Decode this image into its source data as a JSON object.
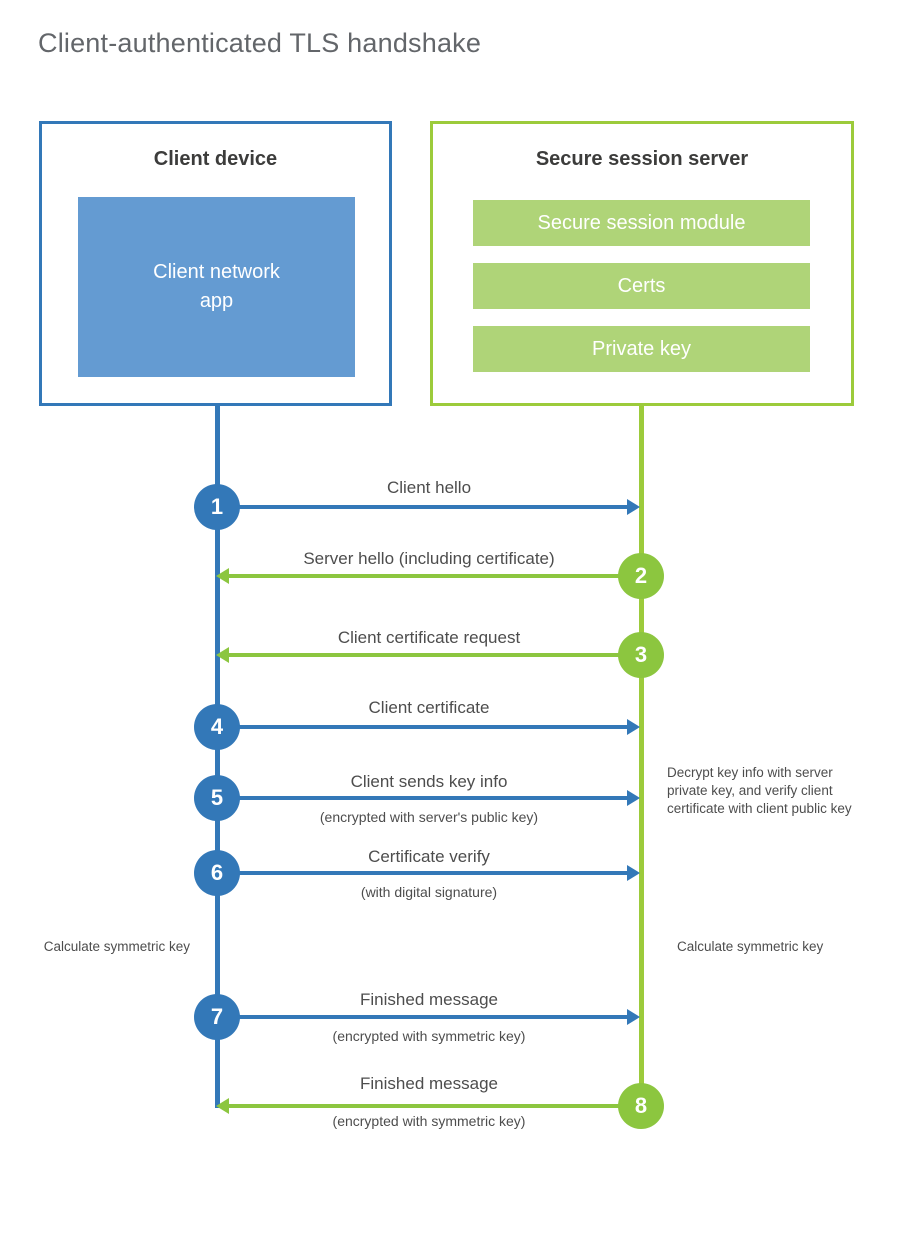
{
  "title": "Client-authenticated TLS handshake",
  "colors": {
    "client_border": "#3378b8",
    "client_fill": "#649bd2",
    "server_border": "#9ccb3b",
    "server_fill": "#afd478",
    "client_accent": "#3378b8",
    "server_accent": "#8cc63f",
    "title_text": "#63666a",
    "body_text": "#4d4d4d",
    "heading_text": "#3c3c3b",
    "background": "#ffffff"
  },
  "client": {
    "title": "Client device",
    "app_label": "Client network\napp"
  },
  "server": {
    "title": "Secure session server",
    "components": [
      {
        "label": "Secure session module"
      },
      {
        "label": "Certs"
      },
      {
        "label": "Private key"
      }
    ]
  },
  "steps": [
    {
      "number": "1",
      "label": "Client hello",
      "sub": "",
      "direction": "client-to-server",
      "side": "client"
    },
    {
      "number": "2",
      "label": "Server hello (including certificate)",
      "sub": "",
      "direction": "server-to-client",
      "side": "server"
    },
    {
      "number": "3",
      "label": "Client certificate request",
      "sub": "",
      "direction": "server-to-client",
      "side": "server"
    },
    {
      "number": "4",
      "label": "Client certificate",
      "sub": "",
      "direction": "client-to-server",
      "side": "client"
    },
    {
      "number": "5",
      "label": "Client sends key info",
      "sub": "(encrypted with server's public key)",
      "direction": "client-to-server",
      "side": "client"
    },
    {
      "number": "6",
      "label": "Certificate verify",
      "sub": "(with digital signature)",
      "direction": "client-to-server",
      "side": "client"
    },
    {
      "number": "7",
      "label": "Finished message",
      "sub": "(encrypted with symmetric key)",
      "direction": "client-to-server",
      "side": "client"
    },
    {
      "number": "8",
      "label": "Finished message",
      "sub": "(encrypted with symmetric key)",
      "direction": "server-to-client",
      "side": "server"
    }
  ],
  "notes": {
    "server_decrypt": "Decrypt key info with server private key, and verify client certificate with client public key",
    "client_calculate": "Calculate symmetric key",
    "server_calculate": "Calculate symmetric key"
  }
}
